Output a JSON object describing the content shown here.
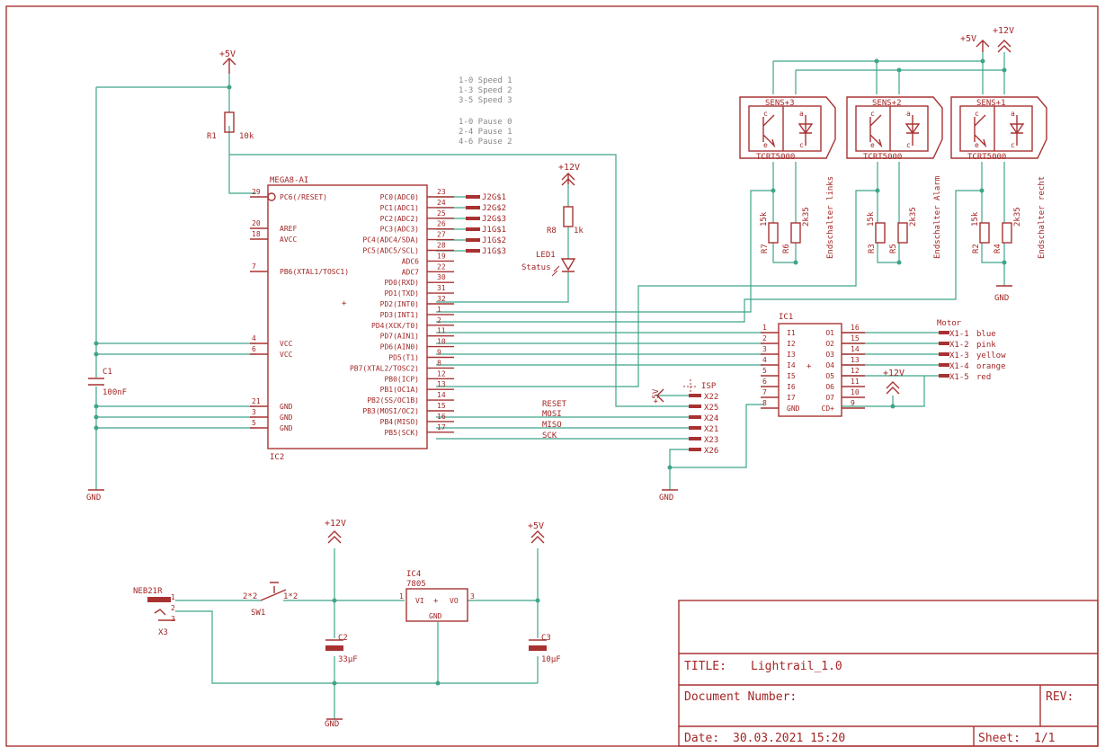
{
  "power": {
    "v5": "+5V",
    "v12": "+12V",
    "gnd": "GND"
  },
  "jumper_notes": [
    "1-0 Speed 1",
    "1-3 Speed 2",
    "3-5 Speed 3",
    "1-0 Pause 0",
    "2-4 Pause 1",
    "4-6 Pause 2"
  ],
  "r1": {
    "name": "R1",
    "value": "10k"
  },
  "r8": {
    "name": "R8",
    "value": "1k"
  },
  "led": {
    "name": "LED1",
    "label": "Status"
  },
  "c1": {
    "name": "C1",
    "value": "100nF"
  },
  "c2": {
    "name": "C2",
    "value": "33µF"
  },
  "c3": {
    "name": "C3",
    "value": "10µF"
  },
  "mcu": {
    "type": "MEGA8-AI",
    "name": "IC2",
    "left_pins": [
      {
        "num": "29",
        "name": "PC6(/RESET)"
      },
      {
        "num": "20",
        "name": "AREF"
      },
      {
        "num": "18",
        "name": "AVCC"
      },
      {
        "num": "7",
        "name": "PB6(XTAL1/TOSC1)"
      },
      {
        "num": "4",
        "name": "VCC"
      },
      {
        "num": "6",
        "name": "VCC"
      },
      {
        "num": "21",
        "name": "GND"
      },
      {
        "num": "3",
        "name": "GND"
      },
      {
        "num": "5",
        "name": "GND"
      }
    ],
    "right_pins": [
      {
        "num": "23",
        "name": "PC0(ADC0)"
      },
      {
        "num": "24",
        "name": "PC1(ADC1)"
      },
      {
        "num": "25",
        "name": "PC2(ADC2)"
      },
      {
        "num": "26",
        "name": "PC3(ADC3)"
      },
      {
        "num": "27",
        "name": "PC4(ADC4/SDA)"
      },
      {
        "num": "28",
        "name": "PC5(ADC5/SCL)"
      },
      {
        "num": "19",
        "name": "ADC6"
      },
      {
        "num": "22",
        "name": "ADC7"
      },
      {
        "num": "30",
        "name": "PD0(RXD)"
      },
      {
        "num": "31",
        "name": "PD1(TXD)"
      },
      {
        "num": "32",
        "name": "PD2(INT0)"
      },
      {
        "num": "1",
        "name": "PD3(INT1)"
      },
      {
        "num": "2",
        "name": "PD4(XCK/T0)"
      },
      {
        "num": "11",
        "name": "PD7(AIN1)"
      },
      {
        "num": "10",
        "name": "PD6(AIN0)"
      },
      {
        "num": "9",
        "name": "PD5(T1)"
      },
      {
        "num": "8",
        "name": "PB7(XTAL2/TOSC2)"
      },
      {
        "num": "12",
        "name": "PB0(ICP)"
      },
      {
        "num": "13",
        "name": "PB1(OC1A)"
      },
      {
        "num": "14",
        "name": "PB2(SS/OC1B)"
      },
      {
        "num": "15",
        "name": "PB3(MOSI/OC2)"
      },
      {
        "num": "16",
        "name": "PB4(MISO)"
      },
      {
        "num": "17",
        "name": "PB5(SCK)"
      }
    ]
  },
  "jumpers": [
    "J2G$1",
    "J2G$2",
    "J2G$3",
    "J1G$1",
    "J1G$2",
    "J1G$3"
  ],
  "isp": {
    "name": "ISP",
    "pins": [
      "X22",
      "X25",
      "X24",
      "X21",
      "X23",
      "X26"
    ],
    "signals": [
      "RESET",
      "MOSI",
      "MISO",
      "SCK"
    ]
  },
  "driver": {
    "name": "IC1",
    "left_pins": [
      {
        "num": "1",
        "name": "I1"
      },
      {
        "num": "2",
        "name": "I2"
      },
      {
        "num": "3",
        "name": "I3"
      },
      {
        "num": "4",
        "name": "I4"
      },
      {
        "num": "5",
        "name": "I5"
      },
      {
        "num": "6",
        "name": "I6"
      },
      {
        "num": "7",
        "name": "I7"
      },
      {
        "num": "8",
        "name": "GND"
      }
    ],
    "right_pins": [
      {
        "num": "16",
        "name": "O1"
      },
      {
        "num": "15",
        "name": "O2"
      },
      {
        "num": "14",
        "name": "O3"
      },
      {
        "num": "13",
        "name": "O4"
      },
      {
        "num": "12",
        "name": "O5"
      },
      {
        "num": "11",
        "name": "O6"
      },
      {
        "num": "10",
        "name": "O7"
      },
      {
        "num": "9",
        "name": "CD+"
      }
    ]
  },
  "motor": {
    "label": "Motor",
    "pins": [
      "X1-1",
      "X1-2",
      "X1-3",
      "X1-4",
      "X1-5"
    ],
    "colors": [
      "blue",
      "pink",
      "yellow",
      "orange",
      "red"
    ]
  },
  "sensors": [
    {
      "name": "SENS+3",
      "part": "TCRT5000",
      "label": "Endschalter links",
      "r_a": {
        "name": "R7",
        "value": "15k"
      },
      "r_b": {
        "name": "R6",
        "value": "2k35"
      }
    },
    {
      "name": "SENS+2",
      "part": "TCRT5000",
      "label": "Endschalter Alarm",
      "r_a": {
        "name": "R3",
        "value": "15k"
      },
      "r_b": {
        "name": "R5",
        "value": "2k35"
      }
    },
    {
      "name": "SENS+1",
      "part": "TCRT5000",
      "label": "Endschalter recht",
      "r_a": {
        "name": "R2",
        "value": "15k"
      },
      "r_b": {
        "name": "R4",
        "value": "2k35"
      }
    }
  ],
  "sensor_pin_letters": [
    "c",
    "a",
    "e",
    "c"
  ],
  "power_section": {
    "jack": {
      "name": "X3",
      "type": "NEB21R",
      "pins": [
        "1",
        "2",
        "3"
      ]
    },
    "switch": {
      "name": "SW1",
      "pins": [
        "2*2",
        "1*2"
      ]
    },
    "reg": {
      "name": "IC4",
      "type": "7805",
      "vi": "VI",
      "vo": "VO",
      "gnd": "GND",
      "pin_in": "1",
      "pin_out": "3"
    }
  },
  "title_block": {
    "title_label": "TITLE:",
    "title": "Lightrail_1.0",
    "docnum_label": "Document Number:",
    "rev_label": "REV:",
    "date_label": "Date:",
    "date": "30.03.2021 15:20",
    "sheet_label": "Sheet:",
    "sheet": "1/1"
  }
}
